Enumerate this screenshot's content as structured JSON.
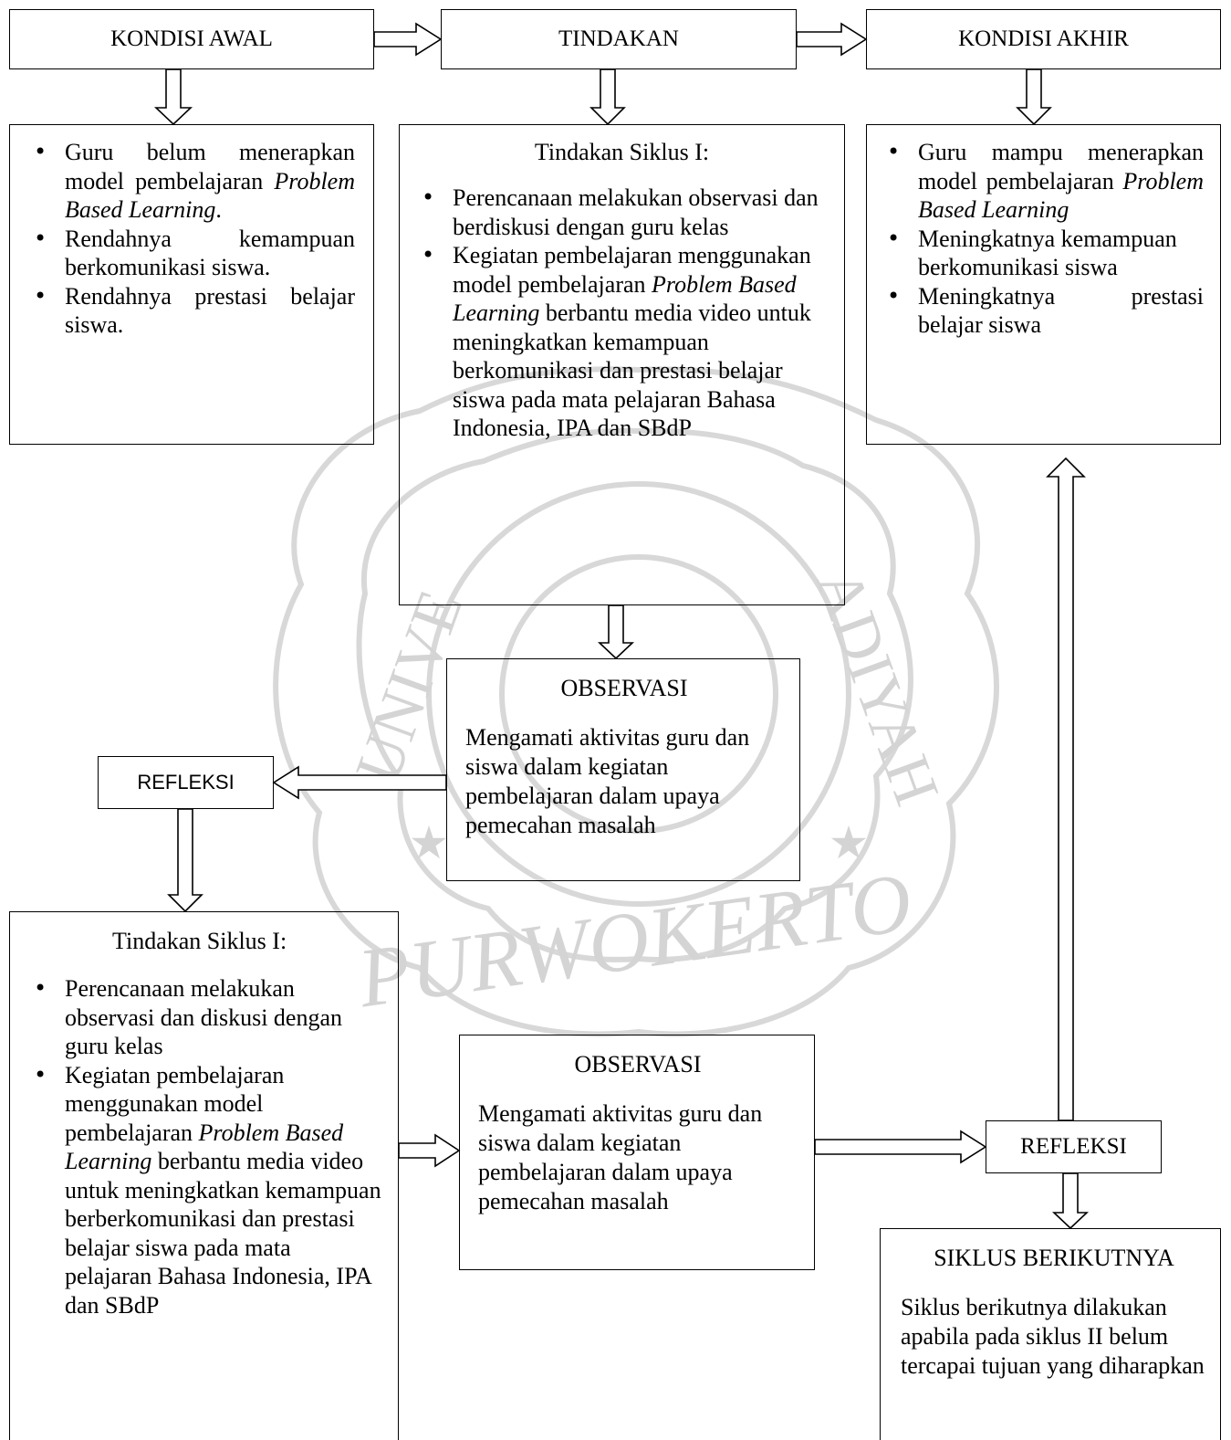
{
  "watermark": {
    "left_text": "UNIVE",
    "right_text": "ADIYAH",
    "bottom_text": "PURWOKERTO"
  },
  "top_row": {
    "kondisi_awal": "KONDISI AWAL",
    "tindakan": "TINDAKAN",
    "kondisi_akhir": "KONDISI AKHIR"
  },
  "awal_box": {
    "items": [
      {
        "text": "Guru belum menerapkan model pembelajaran ",
        "em": "Problem Based Learning",
        "after": "."
      },
      {
        "text": "Rendahnya kemampuan berkomunikasi siswa.",
        "em": "",
        "after": ""
      },
      {
        "text": "Rendahnya prestasi belajar siswa.",
        "em": "",
        "after": ""
      }
    ]
  },
  "tindakan_box": {
    "title": "Tindakan  Siklus I:",
    "item1": "Perencanaan melakukan observasi dan berdiskusi dengan guru kelas",
    "item2_before": "Kegiatan pembelajaran menggunakan model pembelajaran ",
    "item2_em": "Problem Based Learning",
    "item2_after": " berbantu media video untuk meningkatkan kemampuan berkomunikasi dan prestasi belajar siswa pada mata pelajaran Bahasa Indonesia, IPA dan SBdP"
  },
  "akhir_box": {
    "item1_before": "Guru mampu menerapkan model pembelajaran ",
    "item1_em": "Problem Based Learning",
    "item2": "Meningkatnya kemampuan berkomunikasi siswa",
    "item3": "Meningkatnya prestasi belajar siswa"
  },
  "observasi_1": {
    "title": "OBSERVASI",
    "text": "Mengamati aktivitas guru dan siswa dalam kegiatan pembelajaran dalam upaya pemecahan masalah"
  },
  "refleksi_1": "REFLEKSI",
  "tindakan_2_box": {
    "title": "Tindakan  Siklus I:",
    "item1": "Perencanaan melakukan observasi dan diskusi dengan guru kelas",
    "item2_before": "Kegiatan pembelajaran menggunakan model pembelajaran ",
    "item2_em": "Problem Based Learning",
    "item2_after": " berbantu media video untuk meningkatkan kemampuan berberkomunikasi dan prestasi belajar siswa pada mata pelajaran Bahasa Indonesia, IPA dan SBdP"
  },
  "observasi_2": {
    "title": "OBSERVASI",
    "text": "Mengamati aktivitas guru dan siswa dalam kegiatan pembelajaran dalam upaya pemecahan masalah"
  },
  "refleksi_2": "REFLEKSI",
  "siklus_berikutnya": {
    "title": "SIKLUS BERIKUTNYA",
    "text": "Siklus berikutnya dilakukan apabila pada siklus II belum tercapai tujuan yang diharapkan"
  }
}
